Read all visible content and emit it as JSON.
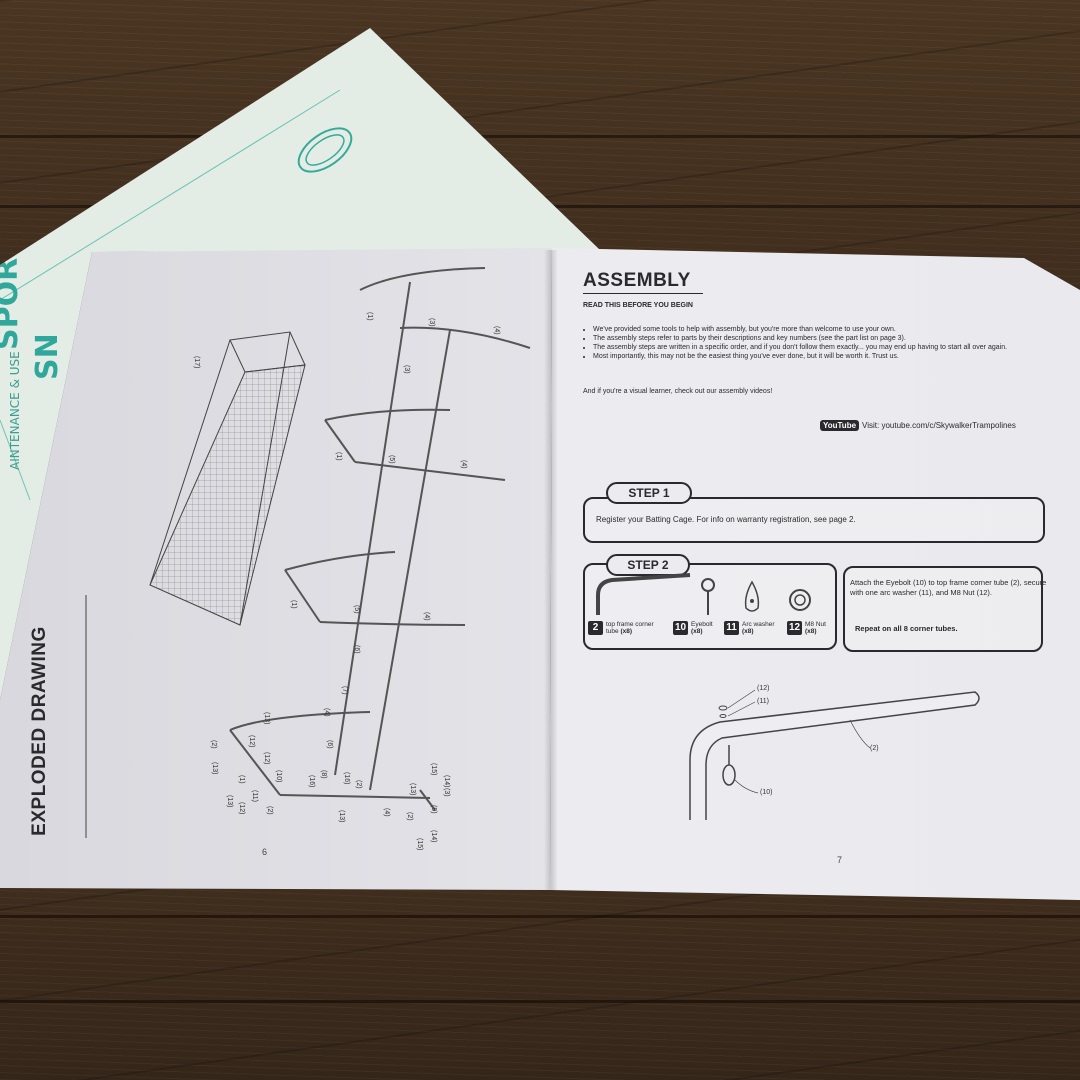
{
  "envelope": {
    "brand_partial": "SPORTS",
    "brand_partial2": "SN",
    "subtitle": "AINTENANCE & USE"
  },
  "left_page": {
    "section_title": "EXPLODED DRAWING",
    "page_number": "6",
    "labels": [
      "(17)",
      "(3)",
      "(1)",
      "(3)",
      "(4)",
      "(1)",
      "(5)",
      "(4)",
      "(1)",
      "(5)",
      "(4)",
      "(6)",
      "(7)",
      "(13)",
      "(4)",
      "(6)",
      "(2)",
      "(12)",
      "(13)",
      "(1)",
      "(12)",
      "(10)",
      "(11)",
      "(2)",
      "(13)",
      "(12)",
      "(16)",
      "(8)",
      "(16)",
      "(13)",
      "(2)",
      "(4)",
      "(13)",
      "(2)",
      "(15)",
      "(9)",
      "(14)",
      "(15)",
      "(14)",
      "(3)"
    ]
  },
  "right_page": {
    "title": "ASSEMBLY",
    "subtitle": "READ THIS BEFORE YOU BEGIN",
    "bullets": [
      "We've provided some tools  to help with assembly, but you're more than welcome to use your own.",
      "The assembly steps refer to parts by their descriptions and key numbers (see the part list on page 3).",
      "The assembly steps are written in a specific order, and if you don't follow them exactly... you may end up having to start all over again.",
      "Most importantly, this may not be the easiest thing you've ever done, but it will be worth it. Trust us."
    ],
    "visual_learner": "And if you're a visual learner, check out our assembly videos!",
    "youtube_logo": "YouTube",
    "youtube_link": "Visit: youtube.com/c/SkywalkerTrampolines",
    "step1": {
      "label": "STEP 1",
      "text": "Register your Batting Cage. For info on warranty registration, see page 2."
    },
    "step2": {
      "label": "STEP 2",
      "parts": [
        {
          "num": "2",
          "name": "top frame corner tube",
          "qty": "(x8)"
        },
        {
          "num": "10",
          "name": "Eyebolt",
          "qty": "(x8)"
        },
        {
          "num": "11",
          "name": "Arc washer",
          "qty": "(x8)"
        },
        {
          "num": "12",
          "name": "M8 Nut",
          "qty": "(x8)"
        }
      ],
      "instruction": "Attach the Eyebolt (10) to top frame corner tube (2), secure with one arc washer (11), and M8 Nut (12).",
      "repeat": "Repeat on all 8 corner tubes."
    },
    "diagram_labels": [
      "(12)",
      "(11)",
      "(2)",
      "(10)"
    ],
    "page_number": "7"
  },
  "colors": {
    "wood": "#3e2c1d",
    "envelope": "#e7eee8",
    "brand_teal": "#2fa79a",
    "page": "#e8e8ec",
    "ink": "#2a2a2e"
  }
}
